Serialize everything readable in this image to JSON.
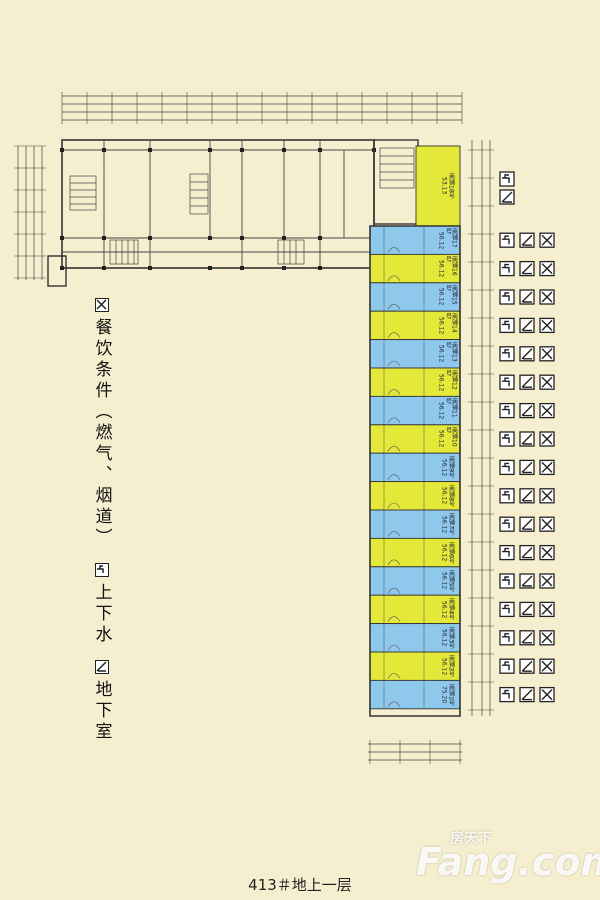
{
  "legend": {
    "items": [
      {
        "icon": "cross-box-icon",
        "label": "餐饮条件（燃气、烟道）"
      },
      {
        "icon": "faucet-icon",
        "label": "上下水"
      },
      {
        "icon": "stairs-icon",
        "label": "地下室"
      }
    ]
  },
  "plan": {
    "units": [
      {
        "fill": "#e4e838",
        "label": "商铺18号",
        "area": "53.13"
      },
      {
        "fill": "#8ec8ec",
        "label": "商铺17号",
        "area": "56.12"
      },
      {
        "fill": "#e4e838",
        "label": "商铺16号",
        "area": "56.12"
      },
      {
        "fill": "#8ec8ec",
        "label": "商铺15号",
        "area": "56.12"
      },
      {
        "fill": "#e4e838",
        "label": "商铺14号",
        "area": "56.12"
      },
      {
        "fill": "#8ec8ec",
        "label": "商铺13号",
        "area": "56.12"
      },
      {
        "fill": "#e4e838",
        "label": "商铺12号",
        "area": "56.12"
      },
      {
        "fill": "#8ec8ec",
        "label": "商铺11号",
        "area": "56.12"
      },
      {
        "fill": "#e4e838",
        "label": "商铺10号",
        "area": "56.12"
      },
      {
        "fill": "#8ec8ec",
        "label": "商铺9号",
        "area": "56.12"
      },
      {
        "fill": "#e4e838",
        "label": "商铺8号",
        "area": "56.12"
      },
      {
        "fill": "#8ec8ec",
        "label": "商铺7号",
        "area": "56.12"
      },
      {
        "fill": "#e4e838",
        "label": "商铺6号",
        "area": "56.12"
      },
      {
        "fill": "#8ec8ec",
        "label": "商铺5号",
        "area": "56.12"
      },
      {
        "fill": "#e4e838",
        "label": "商铺4号",
        "area": "56.12"
      },
      {
        "fill": "#8ec8ec",
        "label": "商铺3号",
        "area": "56.12"
      },
      {
        "fill": "#e4e838",
        "label": "商铺2号",
        "area": "56.12"
      },
      {
        "fill": "#8ec8ec",
        "label": "商铺1号",
        "area": "75.20"
      }
    ],
    "unit_icons": [
      [
        "faucet",
        "stairs"
      ],
      [
        "faucet",
        "stairs",
        "cross"
      ],
      [
        "faucet",
        "stairs",
        "cross"
      ],
      [
        "faucet",
        "stairs",
        "cross"
      ],
      [
        "faucet",
        "stairs",
        "cross"
      ],
      [
        "faucet",
        "stairs",
        "cross"
      ],
      [
        "faucet",
        "stairs",
        "cross"
      ],
      [
        "faucet",
        "stairs",
        "cross"
      ],
      [
        "faucet",
        "stairs",
        "cross"
      ],
      [
        "faucet",
        "stairs",
        "cross"
      ],
      [
        "faucet",
        "stairs",
        "cross"
      ],
      [
        "faucet",
        "stairs",
        "cross"
      ],
      [
        "faucet",
        "stairs",
        "cross"
      ],
      [
        "faucet",
        "stairs",
        "cross"
      ],
      [
        "faucet",
        "stairs",
        "cross"
      ],
      [
        "faucet",
        "stairs",
        "cross"
      ],
      [
        "faucet",
        "stairs",
        "cross"
      ],
      [
        "faucet",
        "stairs",
        "cross"
      ]
    ]
  },
  "watermark": {
    "word": "Fang.com",
    "sub": "房天下"
  },
  "footer": {
    "caption": "413＃地上一层"
  },
  "colors": {
    "background": "#f6efcf",
    "shop_yellow": "#e4e838",
    "shop_blue": "#8ec8ec",
    "line": "#333333"
  }
}
